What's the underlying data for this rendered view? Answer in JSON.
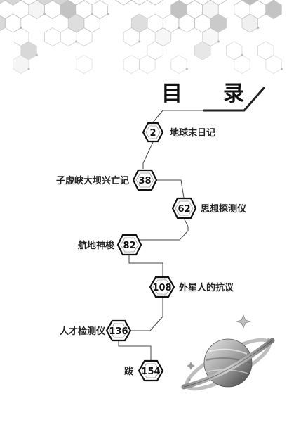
{
  "toc": {
    "title_left": "目",
    "title_right": "录",
    "entries": [
      {
        "page": "2",
        "title": "地球末日记"
      },
      {
        "page": "38",
        "title": "子虚峡大坝兴亡记"
      },
      {
        "page": "62",
        "title": "思想探测仪"
      },
      {
        "page": "82",
        "title": "航地神梭"
      },
      {
        "page": "108",
        "title": "外星人的抗议"
      },
      {
        "page": "136",
        "title": "人才检测仪"
      },
      {
        "page": "154",
        "title": "跋"
      }
    ]
  }
}
